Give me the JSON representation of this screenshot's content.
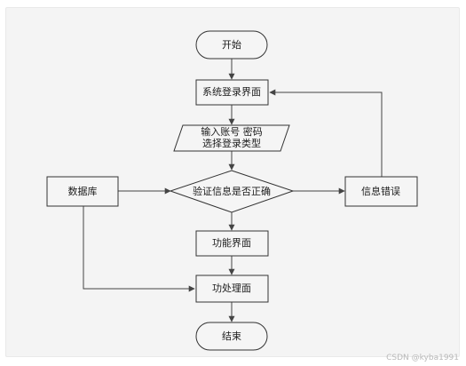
{
  "diagram": {
    "start": "开始",
    "login_screen": "系统登录界面",
    "input_line1": "输入账号 密码",
    "input_line2": "选择登录类型",
    "database": "数据库",
    "decision": "验证信息是否正确",
    "error": "信息错误",
    "function_screen": "功能界面",
    "processing_screen": "功处理面",
    "end": "结束"
  },
  "watermark": "CSDN @kyba1991",
  "colors": {
    "panel_bg": "#f4f4f4",
    "node_fill": "#f5f5f5",
    "node_stroke": "#333333",
    "edge": "#444444"
  }
}
